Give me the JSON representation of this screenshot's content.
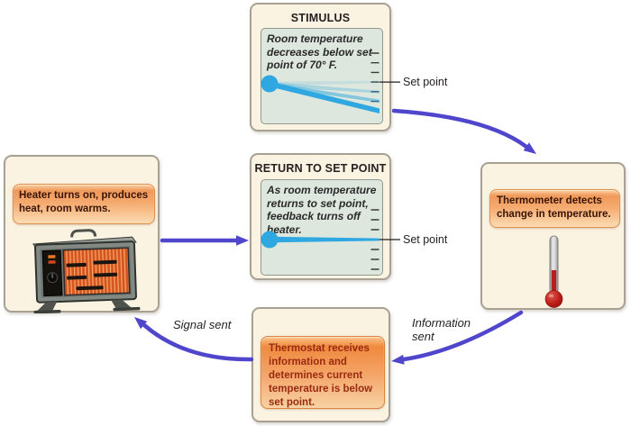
{
  "figure": {
    "stimulus": {
      "title": "STIMULUS",
      "panel_text": "Room temperature decreases below set point of 70° F.",
      "set_point_label": "Set point"
    },
    "return_to_set_point": {
      "title": "RETURN TO SET POINT",
      "panel_text": "As room temperature returns to set point, feedback turns off heater.",
      "set_point_label": "Set point"
    },
    "heater": {
      "text": "Heater turns on, produces heat, room warms.",
      "illustration": "space-heater"
    },
    "thermometer": {
      "text": "Thermometer detects change in temperature.",
      "illustration": "thermometer"
    },
    "thermostat": {
      "text": "Thermostat receives information and determines current temperature is below set point."
    },
    "flow_labels": {
      "information_sent": "Information sent",
      "signal_sent": "Signal sent"
    },
    "colors": {
      "arrow_purple": "#4f46cc",
      "graph_blue": "#2fa8e1",
      "box_fill": "#fbf3e1",
      "panel_fill": "#dee7dd",
      "callout_text_dark": "#3a1404",
      "callout_text_red": "#9b2a10"
    }
  }
}
